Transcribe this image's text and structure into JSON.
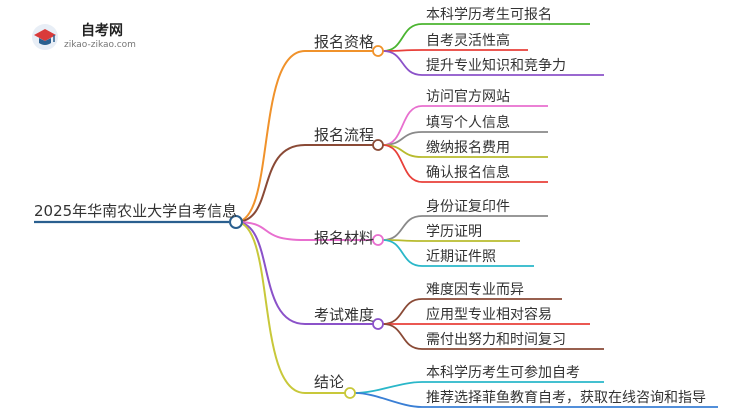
{
  "logo": {
    "name": "自考网",
    "url": "zikao-zikao.com"
  },
  "root": {
    "label": "2025年华南农业大学自考信息",
    "color": "#2a5f8f"
  },
  "branches": [
    {
      "label": "报名资格",
      "color": "#f0922b",
      "children": [
        {
          "label": "本科学历考生可报名",
          "color": "#4bb531"
        },
        {
          "label": "自考灵活性高",
          "color": "#e8403a"
        },
        {
          "label": "提升专业知识和竞争力",
          "color": "#8b52c9"
        }
      ]
    },
    {
      "label": "报名流程",
      "color": "#8a4a36",
      "children": [
        {
          "label": "访问官方网站",
          "color": "#e86fcf"
        },
        {
          "label": "填写个人信息",
          "color": "#8a8a8a"
        },
        {
          "label": "缴纳报名费用",
          "color": "#b8bb2e"
        },
        {
          "label": "确认报名信息",
          "color": "#e8403a"
        }
      ]
    },
    {
      "label": "报名材料",
      "color": "#e86fcf",
      "children": [
        {
          "label": "身份证复印件",
          "color": "#8a8a8a"
        },
        {
          "label": "学历证明",
          "color": "#b8bb2e"
        },
        {
          "label": "近期证件照",
          "color": "#2ab7c9"
        }
      ]
    },
    {
      "label": "考试难度",
      "color": "#8b52c9",
      "children": [
        {
          "label": "难度因专业而异",
          "color": "#8a4a36"
        },
        {
          "label": "应用型专业相对容易",
          "color": "#e8403a"
        },
        {
          "label": "需付出努力和时间复习",
          "color": "#8a4a36"
        }
      ]
    },
    {
      "label": "结论",
      "color": "#c8c83a",
      "children": [
        {
          "label": "本科学历考生可参加自考",
          "color": "#2ab7c9"
        },
        {
          "label": "推荐选择菲鱼教育自考，获取在线咨询和指导",
          "color": "#3a7fd5"
        }
      ]
    }
  ]
}
